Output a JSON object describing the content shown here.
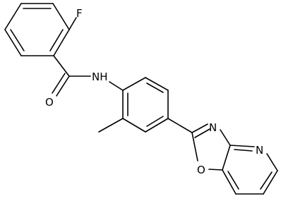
{
  "diagram": {
    "type": "skeletal-structure",
    "bond_color": "#000000",
    "background": "#ffffff",
    "atom_labels": {
      "fluorine": "F",
      "amide_oxygen": "O",
      "amide_nitrogen": "NH",
      "oxazole_nitrogen": "N",
      "oxazole_oxygen": "O",
      "pyridine_nitrogen": "N"
    }
  }
}
